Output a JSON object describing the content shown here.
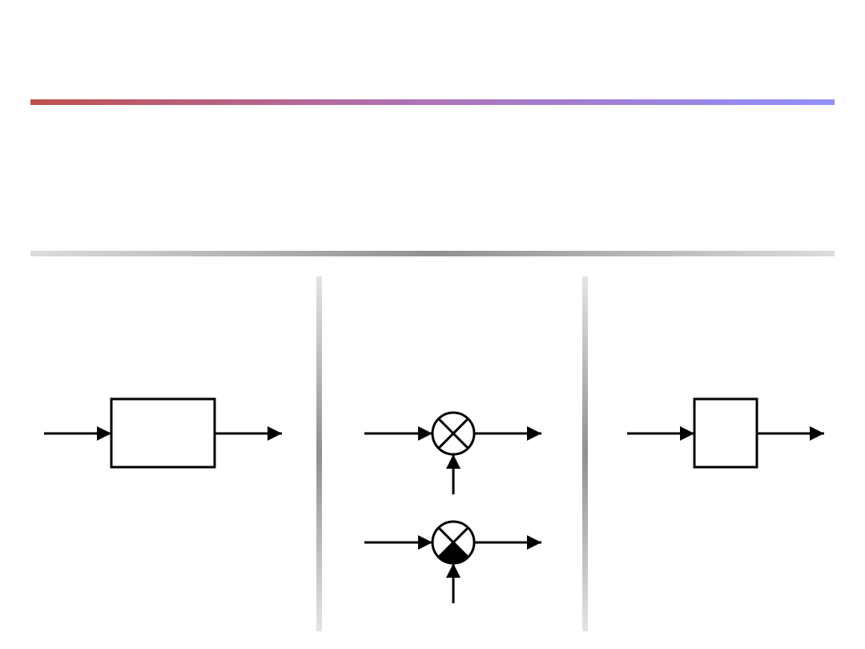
{
  "colors": {
    "top_rule_start": "#c0504d",
    "top_rule_end": "#9090ff",
    "divider": "#909090",
    "stroke": "#000000"
  },
  "symbols": [
    {
      "kind": "block",
      "icon": "block-large-icon"
    },
    {
      "kind": "multiplier",
      "icon": "multiplier-icon"
    },
    {
      "kind": "multiplier-filled",
      "icon": "multiplier-half-filled-icon"
    },
    {
      "kind": "block",
      "icon": "block-small-icon"
    }
  ]
}
